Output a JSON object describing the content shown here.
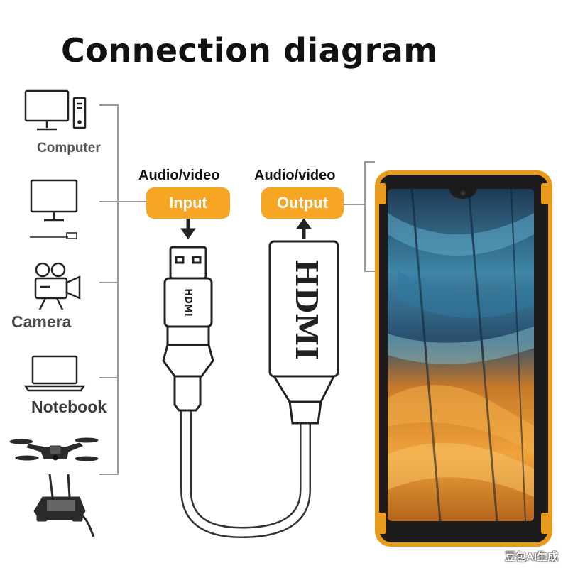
{
  "title": "Connection diagram",
  "devices": {
    "computer": "Computer",
    "camera": "Camera",
    "notebook": "Notebook"
  },
  "input": {
    "caption": "Audio/video",
    "label": "Input"
  },
  "output": {
    "caption": "Audio/video",
    "label": "Output"
  },
  "plugs": {
    "male": "HDMI",
    "female": "HDMI"
  },
  "watermark": "豆包AI生成",
  "colors": {
    "accent": "#f6a623",
    "phone_frame": "#e89a1c",
    "line": "#9a9a9a"
  },
  "icons": [
    "desktop-computer-icon",
    "monitor-icon",
    "video-camera-icon",
    "laptop-icon",
    "drone-icon",
    "remote-controller-icon"
  ]
}
